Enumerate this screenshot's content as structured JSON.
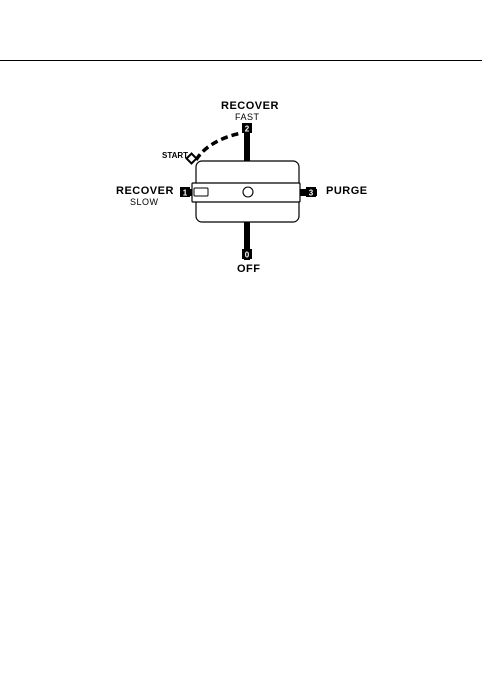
{
  "selector": {
    "positions": [
      {
        "number": "2",
        "label": "RECOVER",
        "sublabel": "FAST"
      },
      {
        "number": "1",
        "label": "RECOVER",
        "sublabel": "SLOW"
      },
      {
        "number": "3",
        "label": "PURGE",
        "sublabel": ""
      },
      {
        "number": "0",
        "label": "OFF",
        "sublabel": ""
      }
    ],
    "start_label": "START"
  }
}
